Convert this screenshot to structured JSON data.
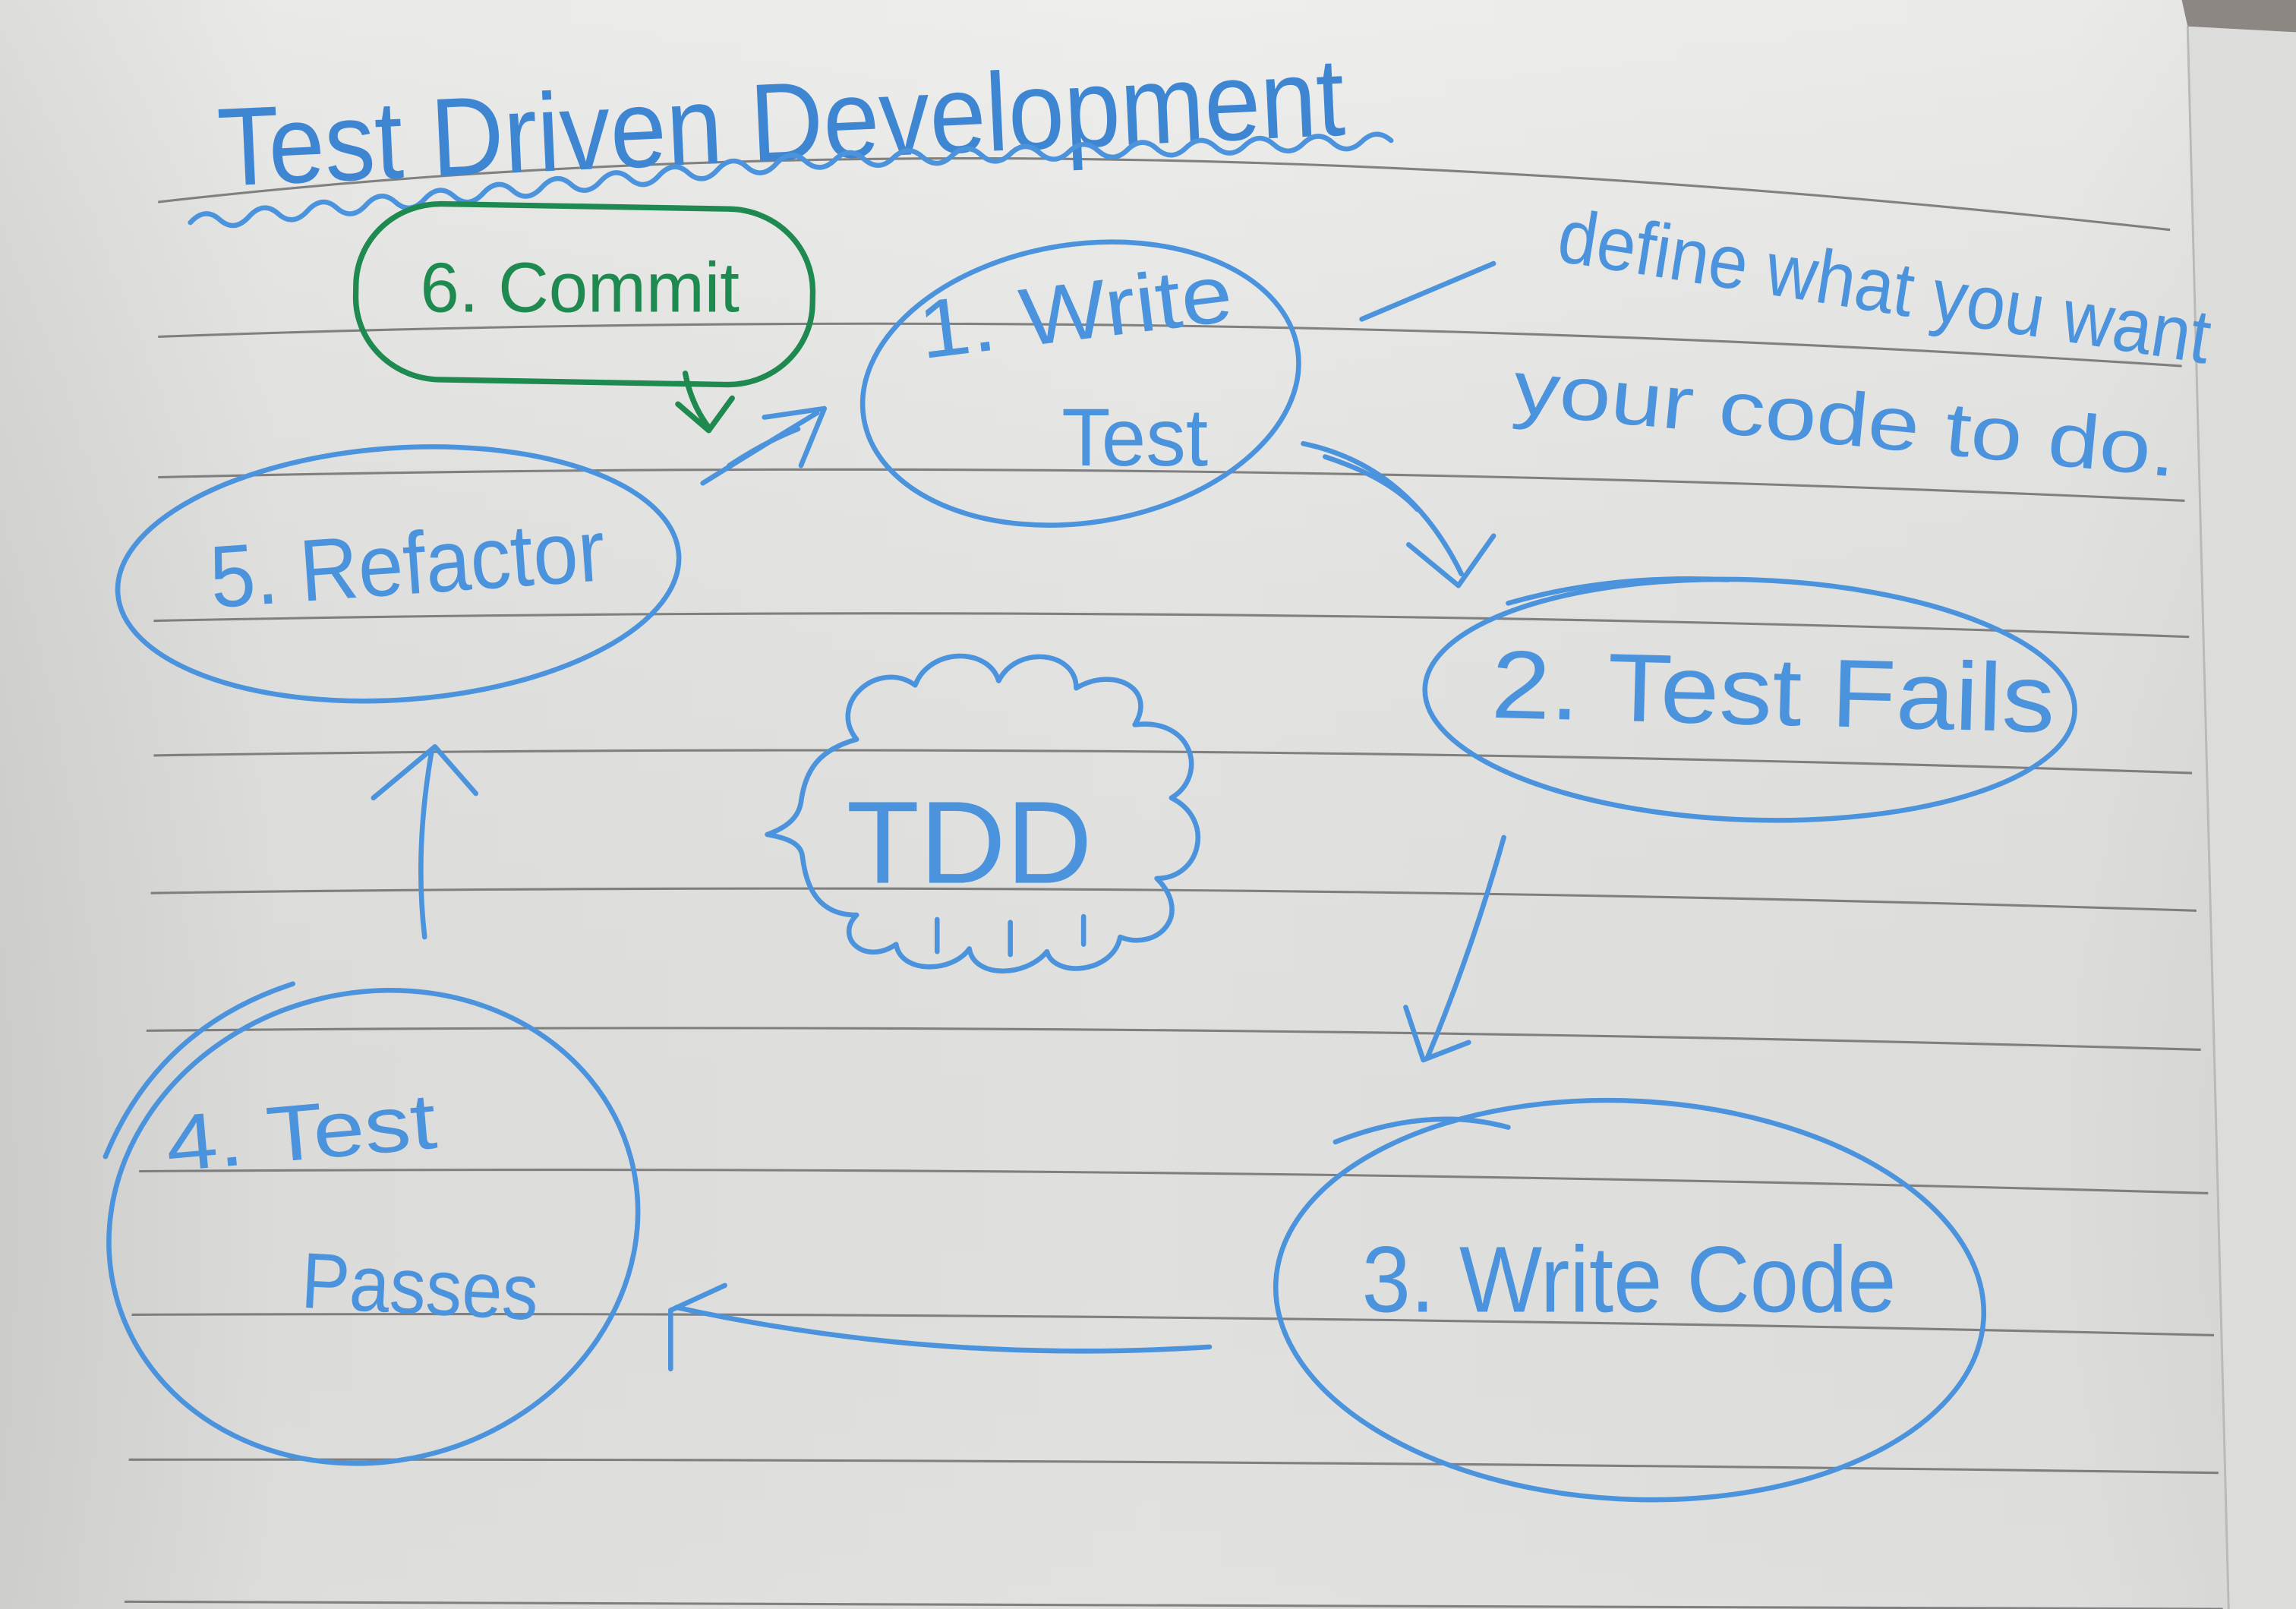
{
  "title": "Test Driven Development",
  "steps": [
    {
      "lines": [
        "1. Write",
        "Test"
      ]
    },
    {
      "lines": [
        "2. Test Fails"
      ]
    },
    {
      "lines": [
        "3. Write Code"
      ]
    },
    {
      "lines": [
        "4. Test",
        "Passes"
      ]
    },
    {
      "lines": [
        "5. Refactor"
      ]
    },
    {
      "lines": [
        "6. Commit"
      ]
    }
  ],
  "note": {
    "line1": "define what you want",
    "line2": "your code to do."
  },
  "center_label": "TDD",
  "colors": {
    "paper": "#e8e8e6",
    "ink_blue": "#4b93dc",
    "ink_title": "#3f86d2",
    "ink_green": "#1f8a4f",
    "rule": "#6f6f6f"
  }
}
